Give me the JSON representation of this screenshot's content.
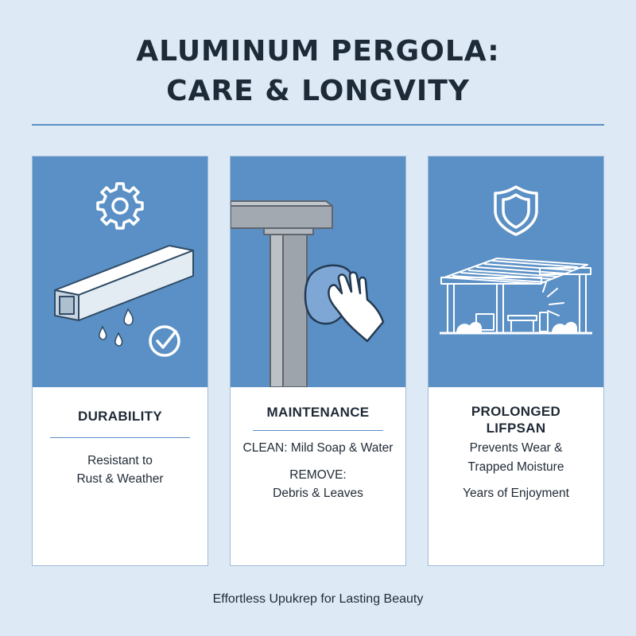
{
  "title": {
    "line1": "ALUMINUM PERGOLA:",
    "line2": "CARE & LONGVITY"
  },
  "cards": [
    {
      "heading": "DURABILITY",
      "lines": [
        "Resistant to",
        "Rust & Weather"
      ],
      "icons": [
        "gear-icon",
        "aluminum-beam-icon",
        "water-drops-icon",
        "check-circle-icon"
      ]
    },
    {
      "heading": "MAINTENANCE",
      "lines": [
        "CLEAN: Mild Soap & Water",
        "REMOVE:",
        "Debris & Leaves"
      ],
      "icons": [
        "pergola-post-icon",
        "hand-cloth-icon"
      ]
    },
    {
      "heading_line1": "PROLONGED",
      "heading_line2": "LIFPSAN",
      "lines": [
        "Prevents Wear &",
        "Trapped Moisture",
        "Years of Enjoyment"
      ],
      "icons": [
        "shield-icon",
        "pergola-icon",
        "sun-icon"
      ]
    }
  ],
  "footer": "Effortless Upukrep for Lasting Beauty",
  "colors": {
    "background": "#dde9f4",
    "panel_blue": "#5a90c5",
    "accent_rule": "#5b8fc4",
    "text_dark": "#1f2a36"
  }
}
